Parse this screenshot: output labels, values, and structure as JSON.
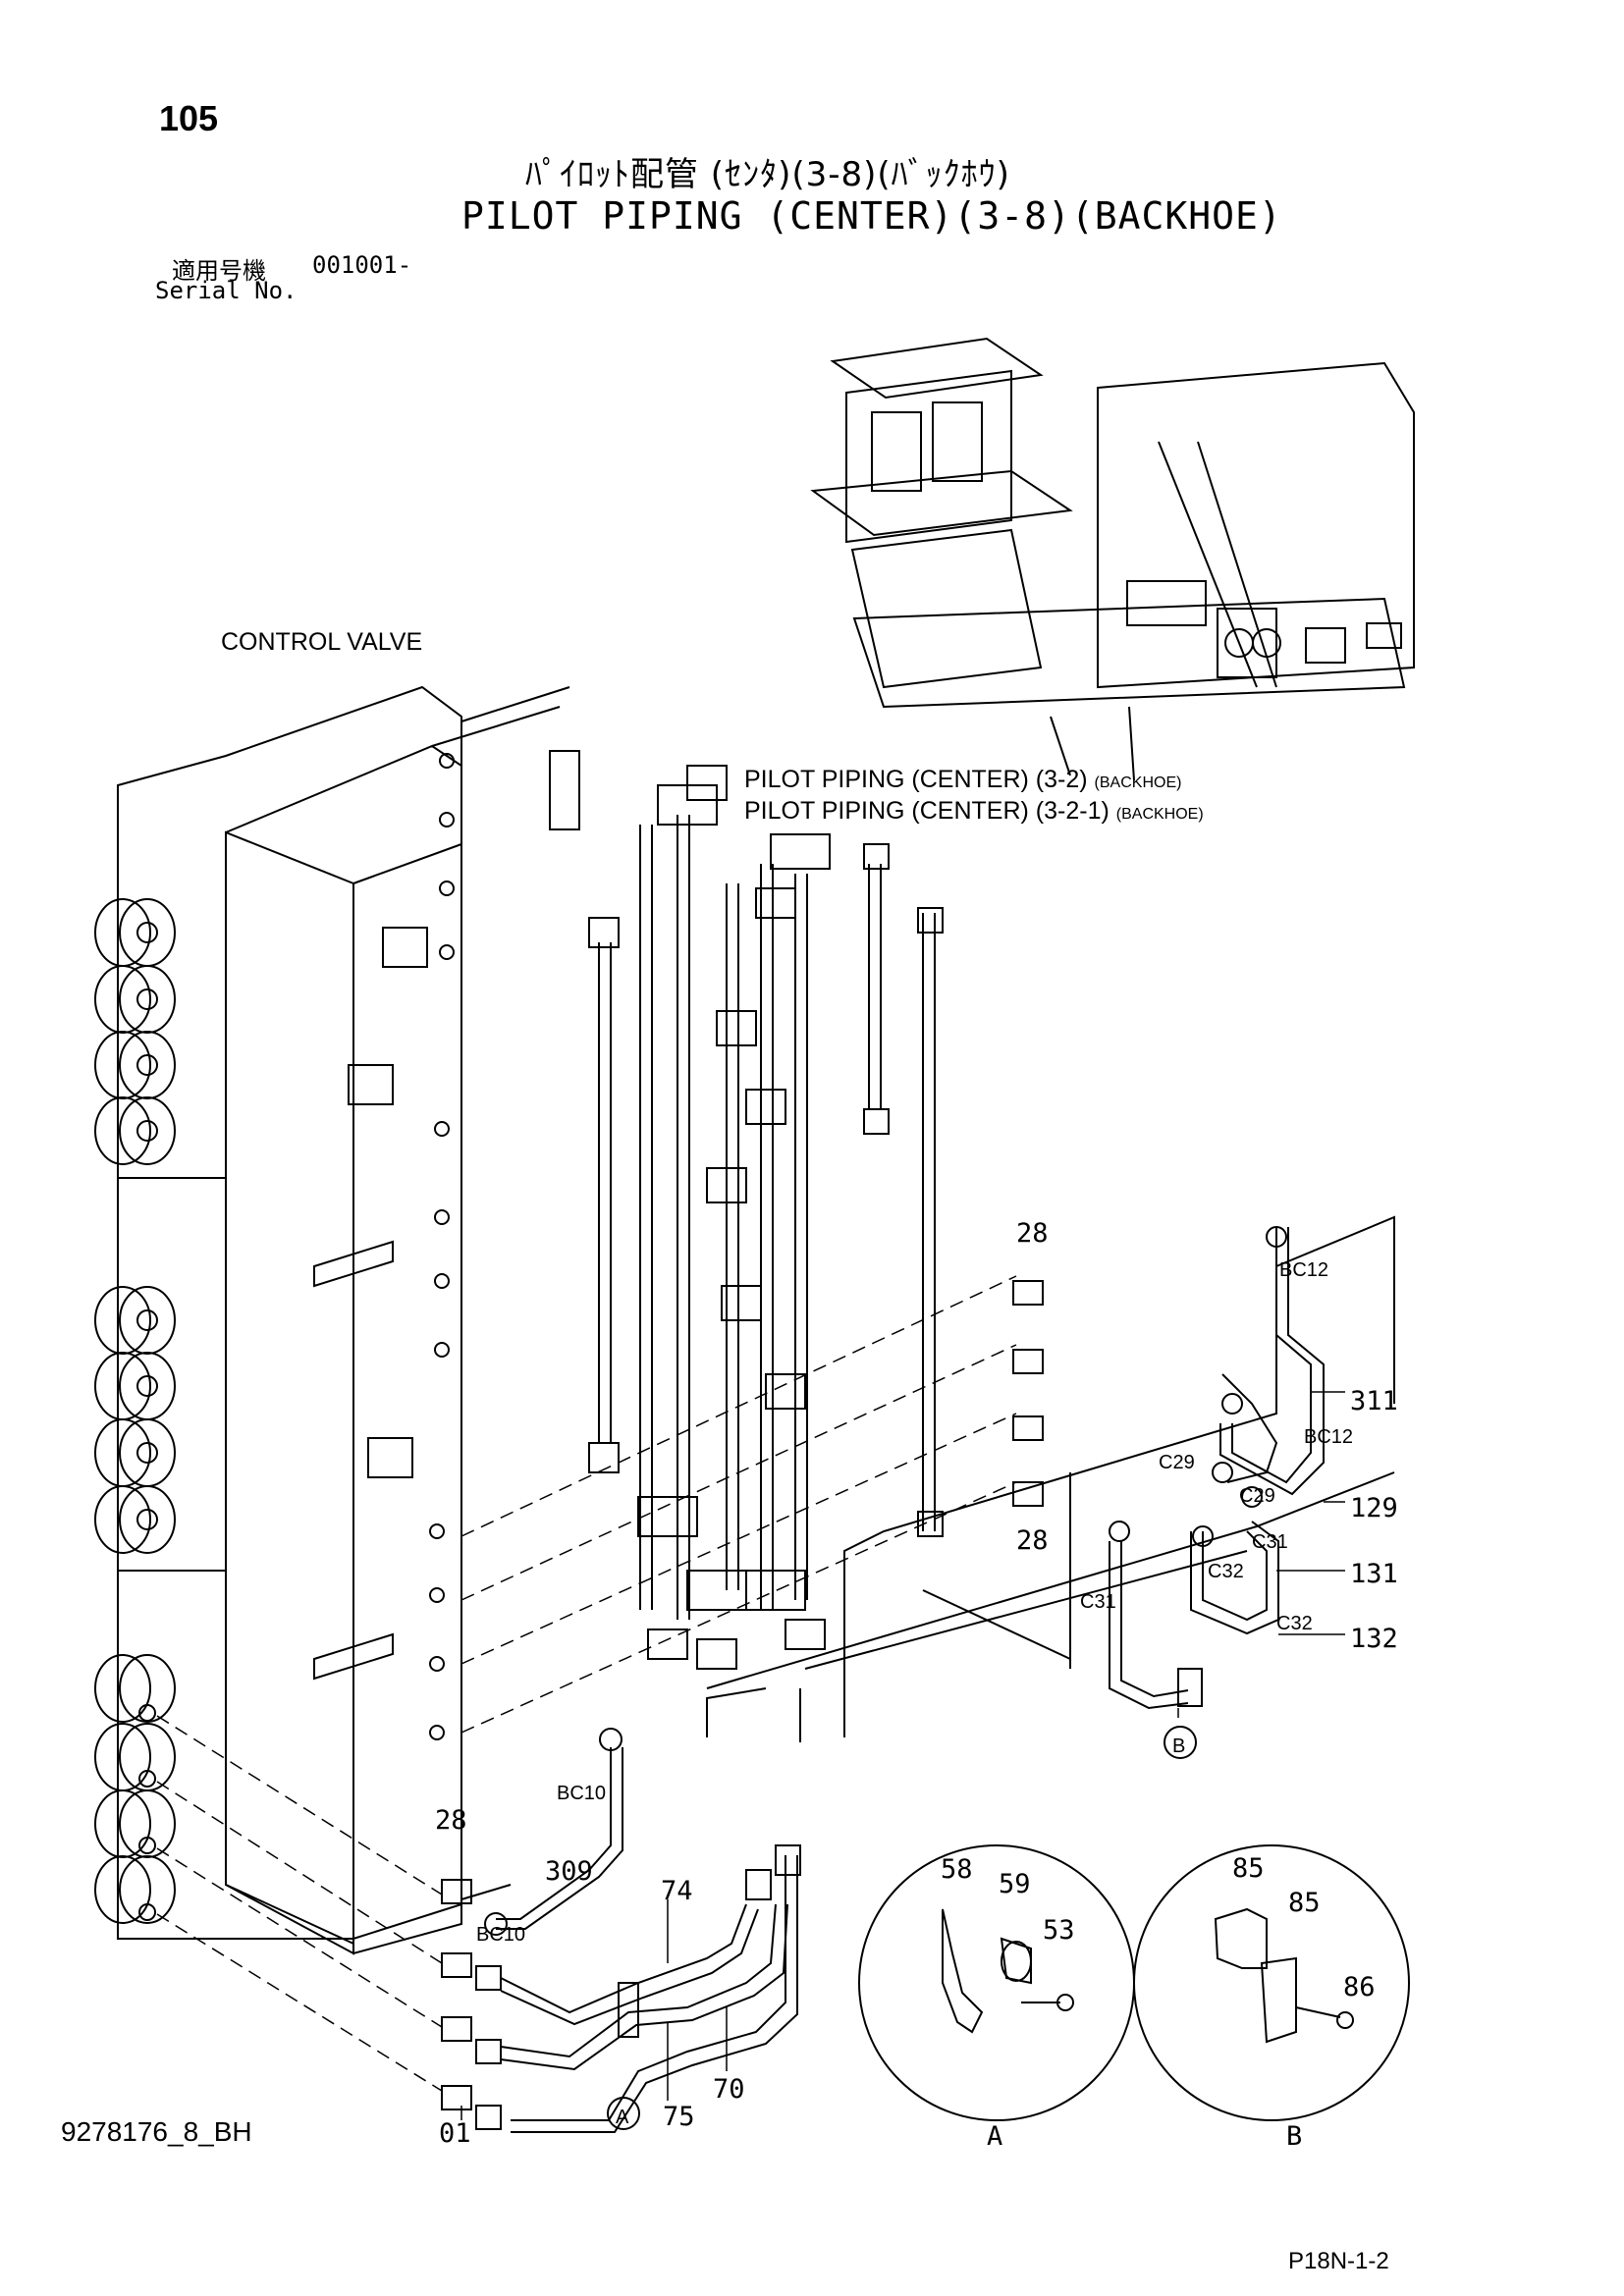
{
  "header": {
    "page_number": "105",
    "title_jp": "ﾊﾟｲﾛｯﾄ配管 (ｾﾝﾀ)(3-8)(ﾊﾞｯｸﾎｳ)",
    "title_en": "PILOT PIPING (CENTER)(3-8)(BACKHOE)",
    "serial_label_jp": "適用号機",
    "serial_value": "001001-",
    "serial_label_en": "Serial No."
  },
  "labels": {
    "control_valve": "CONTROL VALVE",
    "ref_1_main": "PILOT PIPING (CENTER) (3-2)",
    "ref_1_small": "(BACKHOE)",
    "ref_2_main": "PILOT PIPING (CENTER) (3-2-1)",
    "ref_2_small": "(BACKHOE)"
  },
  "callouts": {
    "c28a": "28",
    "c28b": "28",
    "c28c": "28",
    "c311": "311",
    "c129": "129",
    "c131": "131",
    "c132": "132",
    "c309": "309",
    "c74": "74",
    "c75": "75",
    "c70": "70",
    "c01": "01",
    "bc12a": "BC12",
    "bc12b": "BC12",
    "c29a": "C29",
    "c29b": "C29",
    "c31a": "C31",
    "c31b": "C31",
    "c32a": "C32",
    "c32b": "C32",
    "bc10a": "BC10",
    "bc10b": "BC10",
    "mark_a": "A",
    "mark_b": "B"
  },
  "detail_a": {
    "label": "A",
    "parts": [
      "58",
      "59",
      "53"
    ]
  },
  "detail_b": {
    "label": "B",
    "parts": [
      "85",
      "85",
      "86"
    ]
  },
  "footer": {
    "drawing_number": "9278176_8_BH",
    "page_code": "P18N-1-2"
  }
}
